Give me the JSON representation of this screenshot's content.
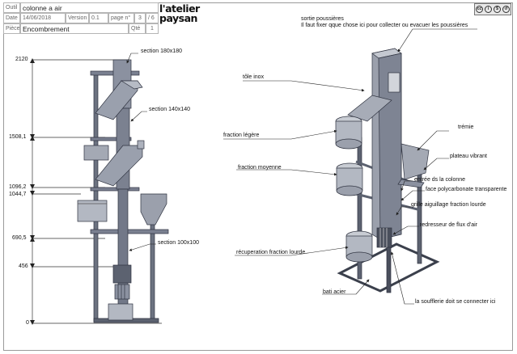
{
  "cartouche": {
    "outil_label": "Outil",
    "outil_value": "colonne a air",
    "date_label": "Date",
    "date_value": "14/06/2018",
    "version_label": "Version",
    "version_value": "0.1",
    "page_label": "page n°",
    "page_value": "3",
    "page_total": "/ 6",
    "piece_label": "Pièce",
    "piece_value": "Encombrement",
    "qte_label": "Qté",
    "qte_value": "1"
  },
  "logo": {
    "line1": "l'atelier",
    "line2": "paysan",
    "icon": "atelier-paysan-logo"
  },
  "license": {
    "icon": "creative-commons-by-nc-sa-badge",
    "text": "cc"
  },
  "elevation": {
    "ticks": [
      "2120",
      "1508,1",
      "1096,2",
      "1044,7",
      "690,5",
      "456",
      "0"
    ],
    "labels": {
      "top": "section 180x180",
      "mid": "section 140x140",
      "bottom": "section 100x100"
    }
  },
  "iso": {
    "labels": {
      "sortie_title": "sortie poussières",
      "sortie_note": "Il faut fixer qque chose ici pour collecter ou evacuer les poussières",
      "tole": "tôle inox",
      "legere": "fraction légère",
      "moyenne": "fraction moyenne",
      "recuperation": "récuperation fraction lourde",
      "bati": "bati acier",
      "tremie": "trémie",
      "plateau": "plateau vibrant",
      "entree": "entrée ds la colonne",
      "face": "face polycarbonate transparente",
      "grille": "grille aiguillage fraction lourde",
      "redresseur": "redresseur de flux d'air",
      "soufflerie": "la soufflerie doit se connecter ici"
    }
  }
}
